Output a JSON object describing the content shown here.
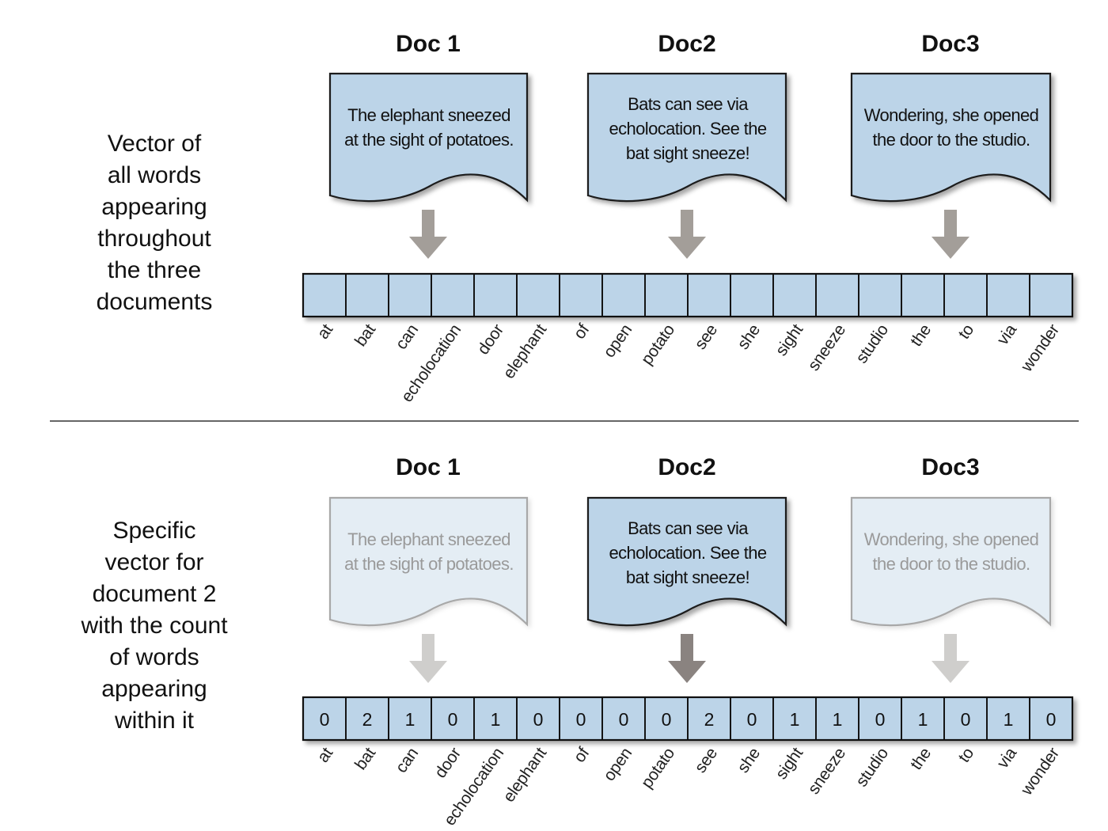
{
  "top_section": {
    "label_lines": [
      "Vector of",
      "all words",
      "appearing",
      "throughout",
      "the three",
      "documents"
    ],
    "docs": [
      {
        "title": "Doc 1",
        "lines": [
          "The elephant sneezed",
          "at the sight of potatoes."
        ]
      },
      {
        "title": "Doc2",
        "lines": [
          "Bats can see via",
          "echolocation. See the",
          "bat sight sneeze!"
        ]
      },
      {
        "title": "Doc3",
        "lines": [
          "Wondering, she opened",
          "the door to the studio."
        ]
      }
    ],
    "words": [
      "at",
      "bat",
      "can",
      "echolocation",
      "door",
      "elephant",
      "of",
      "open",
      "potato",
      "see",
      "she",
      "sight",
      "sneeze",
      "studio",
      "the",
      "to",
      "via",
      "wonder"
    ]
  },
  "bottom_section": {
    "label_lines": [
      "Specific",
      "vector for",
      "document 2",
      "with the count",
      "of words",
      "appearing",
      "within it"
    ],
    "highlighted_doc": 1,
    "docs": [
      {
        "title": "Doc 1",
        "lines": [
          "The elephant sneezed",
          "at the sight of potatoes."
        ]
      },
      {
        "title": "Doc2",
        "lines": [
          "Bats can see via",
          "echolocation. See the",
          "bat sight sneeze!"
        ]
      },
      {
        "title": "Doc3",
        "lines": [
          "Wondering, she opened",
          "the door to the studio."
        ]
      }
    ],
    "words": [
      "at",
      "bat",
      "can",
      "door",
      "echolocation",
      "elephant",
      "of",
      "open",
      "potato",
      "see",
      "she",
      "sight",
      "sneeze",
      "studio",
      "the",
      "to",
      "via",
      "wonder"
    ],
    "counts": [
      "0",
      "2",
      "1",
      "0",
      "1",
      "0",
      "0",
      "0",
      "0",
      "2",
      "0",
      "1",
      "1",
      "0",
      "1",
      "0",
      "1",
      "0"
    ]
  },
  "colors": {
    "doc_fill": "#bcd4e8",
    "doc_fill_faded": "#e4edf4",
    "doc_stroke": "#1a1a1a",
    "doc_stroke_faded": "#a8a8a8",
    "cell_fill": "#bcd4e8",
    "arrow": "#a39e99",
    "arrow_active": "#8a8380",
    "arrow_faded": "#cfcecc",
    "divider": "#333333"
  }
}
